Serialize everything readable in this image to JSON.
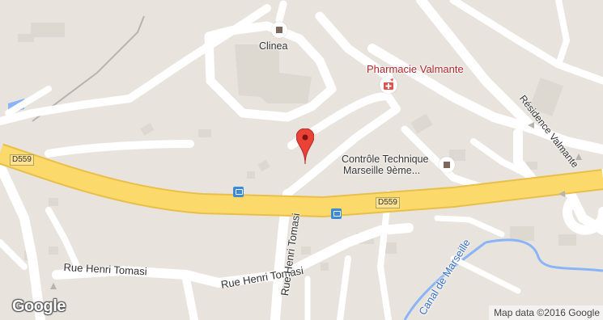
{
  "map": {
    "labels": {
      "clinea": "Clinea",
      "pharmacie": "Pharmacie Valmante",
      "controle_line1": "Contrôle Technique",
      "controle_line2": "Marseille 9ème...",
      "residence": "Résidence Valmante",
      "rue_henri_tomasi_h": "Rue Henri Tomasi",
      "rue_henri_tomasi_v": "Rue Henri Tomasi",
      "canal": "Canal de Marseille"
    },
    "road_shields": {
      "d559_left": "D559",
      "d559_center": "D559"
    },
    "icons": {
      "poi": "square-poi-icon",
      "pharmacy": "pharmacy-cross-icon",
      "bus": "bus-stop-icon",
      "marker": "location-pin-icon"
    },
    "colors": {
      "land": "#e8e4dd",
      "highway": "#fbd96b",
      "highway_edge": "#e9bf48",
      "minor_road": "#ffffff",
      "building": "#ddd9d1",
      "water": "#8ab4f8",
      "marker": "#ea4335",
      "pharmacy_text": "#b3262b",
      "bus": "#3d8bd4"
    }
  },
  "footer": {
    "logo": "Google",
    "attribution": "Map data ©2016 Google"
  }
}
